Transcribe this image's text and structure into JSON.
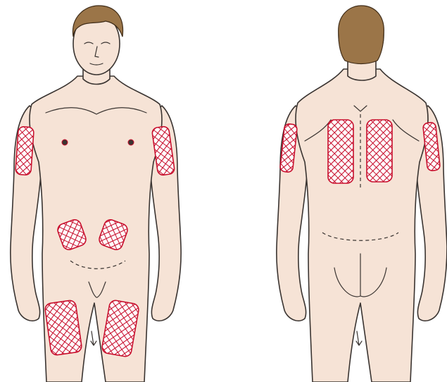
{
  "diagram": {
    "views": [
      "front-view",
      "back-view"
    ],
    "site_style": {
      "stroke_color": "#c8102e",
      "hatch_color": "#c8102e",
      "fill_color": "#ffffff",
      "pattern": "diagonal-hatch"
    },
    "skin_color": "#f6e3d6",
    "outline_color": "#3a3431",
    "hair_color": "#9b7548"
  }
}
